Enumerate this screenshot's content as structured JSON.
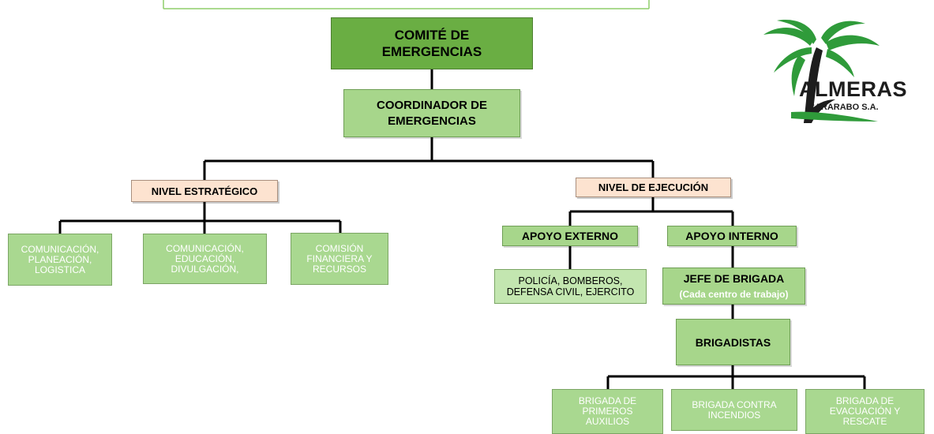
{
  "org_chart": {
    "comite": "COMITÉ DE\nEMERGENCIAS",
    "coordinador": "COORDINADOR DE\nEMERGENCIAS",
    "nivel_estrategico": "NIVEL ESTRATÉGICO",
    "nivel_ejecucion": "NIVEL DE EJECUCIÓN",
    "estrategico_items": [
      "COMUNICACIÓN,\nPLANEACIÓN,\nLOGISTICA",
      "COMUNICACIÓN,\nEDUCACIÓN,\nDIVULGACIÓN,",
      "COMISIÓN\nFINANCIERA Y\nRECURSOS"
    ],
    "apoyo_externo": "APOYO EXTERNO",
    "apoyo_interno": "APOYO INTERNO",
    "externo_detalle": "POLICÍA, BOMBEROS,\nDEFENSA CIVIL, EJERCITO",
    "jefe_brigada": "JEFE DE BRIGADA",
    "jefe_brigada_nota": "(Cada centro de trabajo)",
    "brigadistas": "BRIGADISTAS",
    "brigadas": [
      "BRIGADA DE\nPRIMEROS\nAUXILIOS",
      "BRIGADA CONTRA\nINCENDIOS",
      "BRIGADA DE\nEVACUACIÓN Y\nRESCATE"
    ]
  },
  "logo": {
    "name": "ALMERAS",
    "subtitle": "CARARABO S.A."
  },
  "colors": {
    "dark_green": "#6aae43",
    "mid_green": "#a7d68b",
    "light_green": "#a9d890",
    "peach": "#fde3d0",
    "logo_green": "#2f9b3a"
  }
}
